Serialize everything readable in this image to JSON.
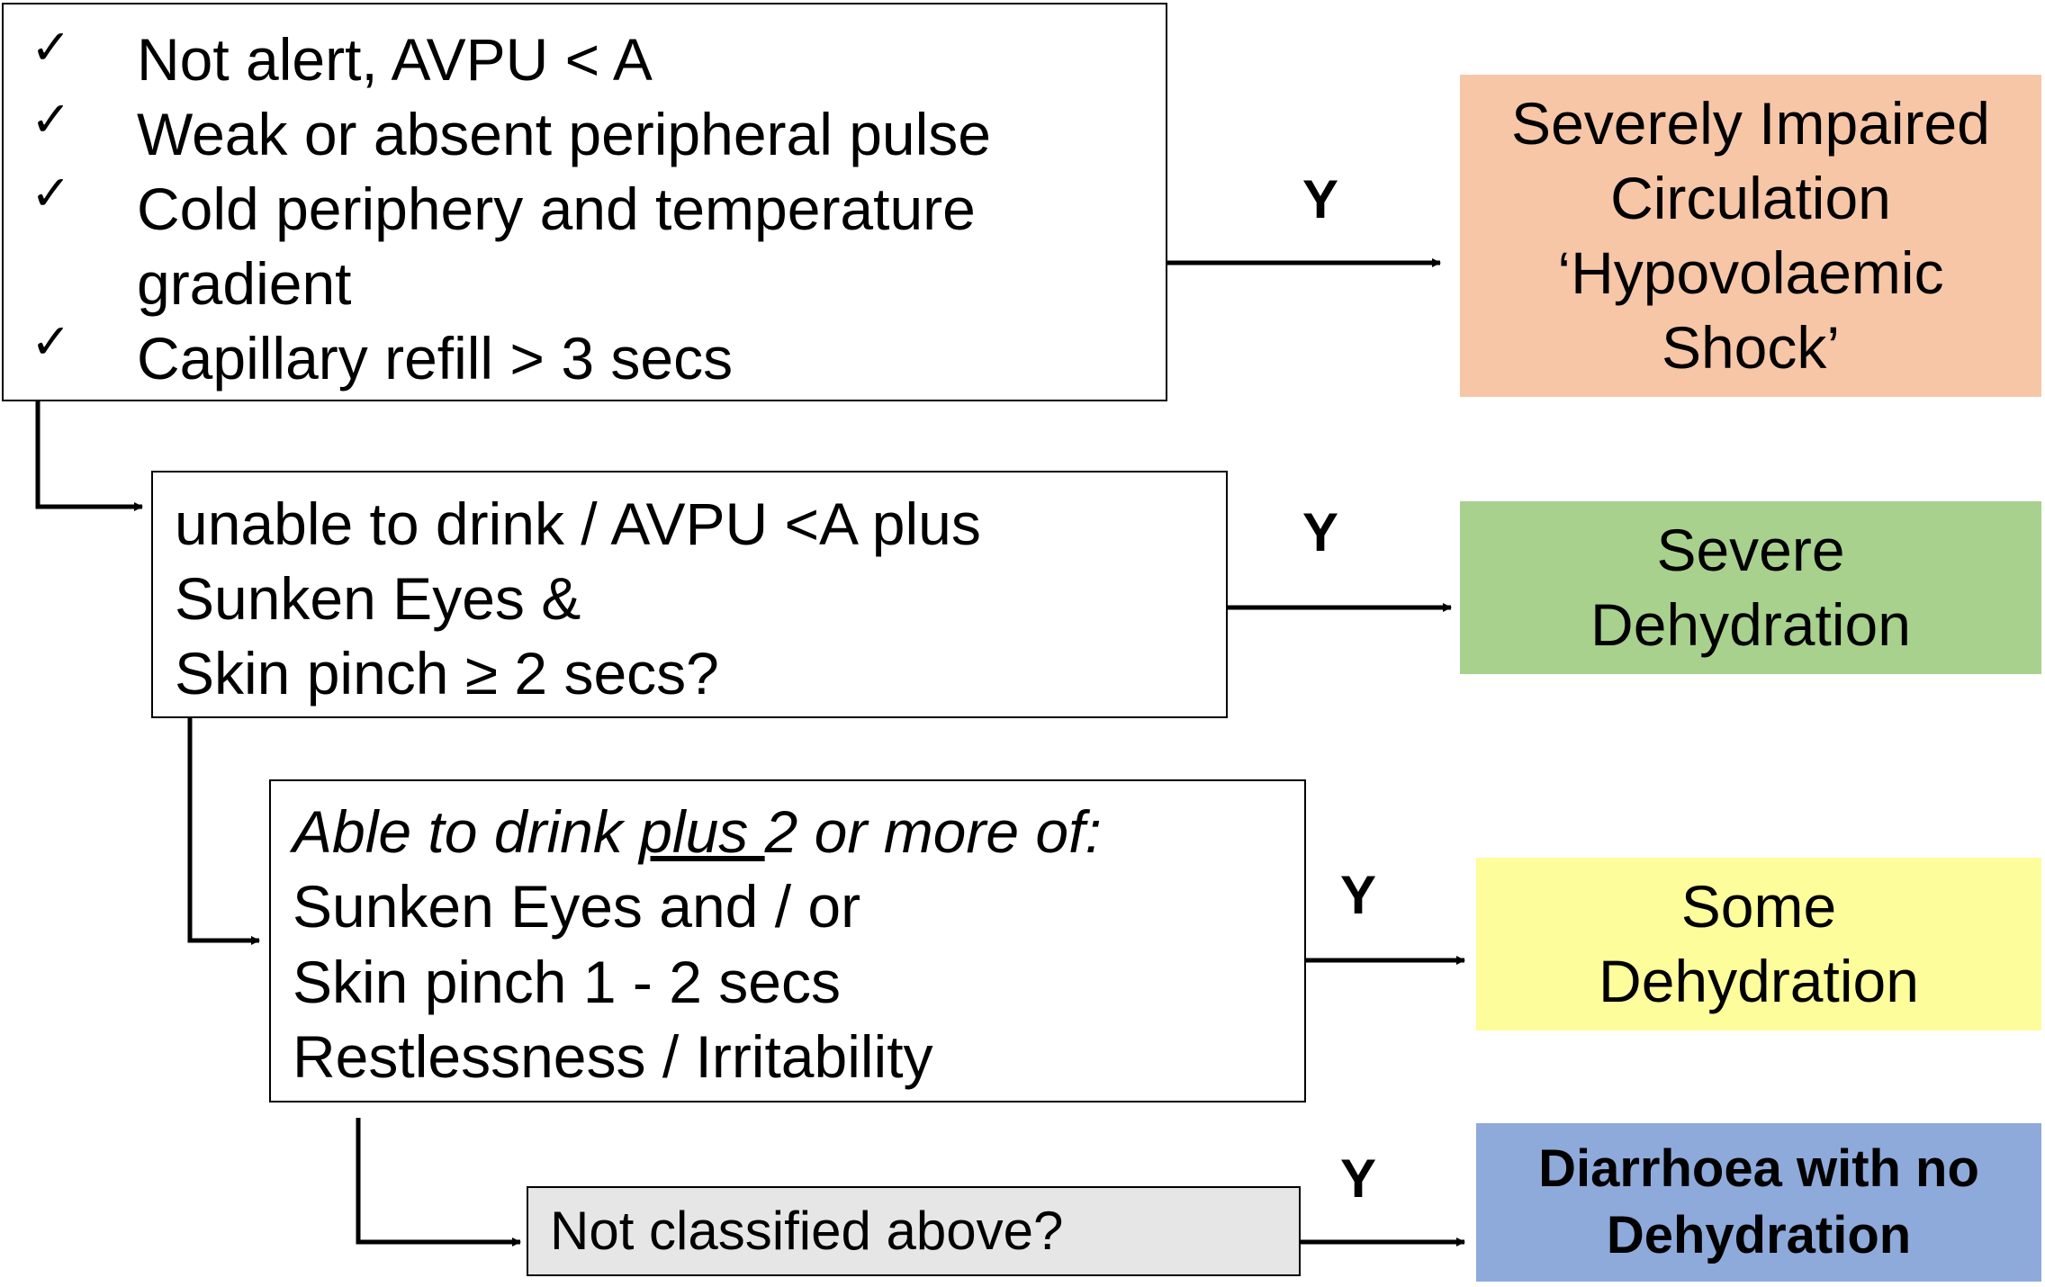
{
  "colors": {
    "shock": "#f7c6a7",
    "severe": "#a8d18d",
    "some": "#fdfd9c",
    "none": "#8eaadb",
    "last_box": "#e7e6e6"
  },
  "box1": {
    "tick": "✓",
    "lines": [
      "Not alert, AVPU < A",
      "Weak or absent peripheral pulse",
      "Cold periphery and temperature",
      "gradient",
      "Capillary refill > 3 secs"
    ]
  },
  "box2": {
    "lines": [
      "unable to drink / AVPU <A  plus",
      "Sunken Eyes &",
      "Skin pinch ≥ 2 secs?"
    ]
  },
  "box3": {
    "line1_part1": "Able to drink ",
    "line1_part2": "plus ",
    "line1_part3": "2 or more of:",
    "lines": [
      "Sunken Eyes and / or",
      "Skin pinch 1 - 2 secs",
      "Restlessness / Irritability"
    ]
  },
  "box4": {
    "text": "Not classified above?"
  },
  "yes_label": "Y",
  "outcomes": {
    "shock": [
      "Severely Impaired",
      "Circulation",
      "‘Hypovolaemic",
      "Shock’"
    ],
    "severe": [
      "Severe",
      "Dehydration"
    ],
    "some": [
      "Some",
      "Dehydration"
    ],
    "none": [
      "Diarrhoea with no",
      "Dehydration"
    ]
  }
}
